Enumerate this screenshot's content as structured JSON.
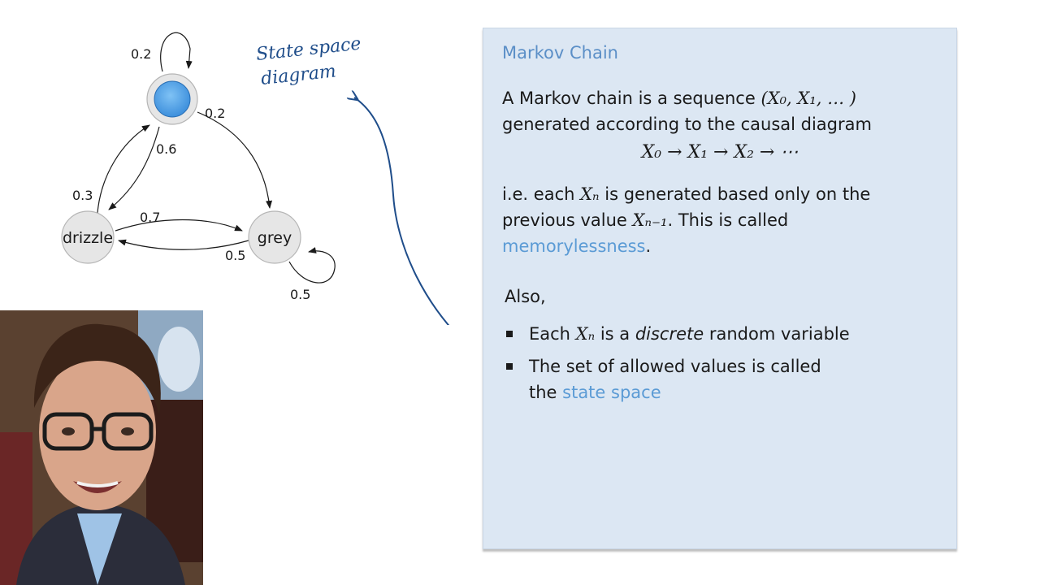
{
  "diagram": {
    "nodes": [
      {
        "id": "sunny",
        "label": ""
      },
      {
        "id": "drizzle",
        "label": "drizzle"
      },
      {
        "id": "grey",
        "label": "grey"
      }
    ],
    "edges": [
      {
        "from": "sunny",
        "to": "sunny",
        "p": "0.2"
      },
      {
        "from": "sunny",
        "to": "grey",
        "p": "0.2"
      },
      {
        "from": "sunny",
        "to": "drizzle",
        "p": "0.6"
      },
      {
        "from": "drizzle",
        "to": "sunny",
        "p": "0.3"
      },
      {
        "from": "drizzle",
        "to": "grey",
        "p": "0.7"
      },
      {
        "from": "grey",
        "to": "drizzle",
        "p": "0.5"
      },
      {
        "from": "grey",
        "to": "grey",
        "p": "0.5"
      }
    ],
    "annotation_line1": "State space",
    "annotation_line2": "diagram"
  },
  "panel": {
    "title": "Markov Chain",
    "p1_a": "A Markov chain is a sequence ",
    "p1_math": "(X₀, X₁, … )",
    "p1_b": "generated according to the causal diagram",
    "equation": "X₀ → X₁ → X₂ → ⋯",
    "p2_a": "i.e. each ",
    "p2_var": "Xₙ",
    "p2_b": " is generated based only on the",
    "p2_c": "previous value ",
    "p2_var2": "Xₙ₋₁",
    "p2_d": ". This is called",
    "p2_term": "memorylessness",
    "p2_end": ".",
    "also": "Also,",
    "b1_a": "Each ",
    "b1_var": "Xₙ",
    "b1_b": " is a ",
    "b1_em": "discrete",
    "b1_c": " random variable",
    "b2_a": "The set of allowed values is called",
    "b2_b": "the ",
    "b2_term": "state space"
  },
  "colors": {
    "accent": "#5b9bd5",
    "panel_bg": "#dce7f3",
    "ink": "#1f4d8a"
  }
}
